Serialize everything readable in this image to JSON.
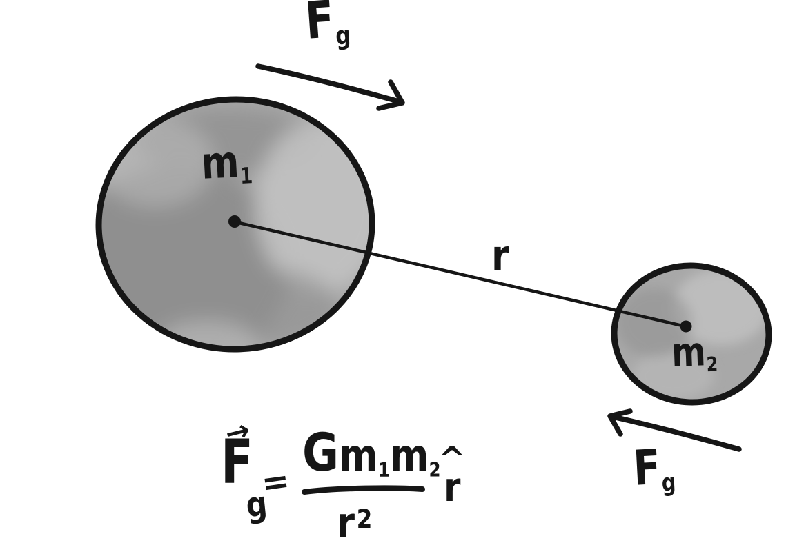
{
  "scene": {
    "background": "#ffffff",
    "ink_color": "#161616",
    "mass_fill": "#a8a8a8",
    "mass_fill_dark": "#8f8f8f",
    "mass_fill_light": "#c2c2c2"
  },
  "labels": {
    "force_top": {
      "symbol": "F",
      "subscript": "g"
    },
    "mass1": {
      "symbol": "m",
      "subscript": "1"
    },
    "separation": "r",
    "mass2": {
      "symbol": "m",
      "subscript": "2"
    },
    "force_bottom": {
      "symbol": "F",
      "subscript": "g"
    }
  },
  "formula": {
    "vector_accent": "→",
    "force_symbol": "F",
    "force_subscript": "g",
    "equals": "=",
    "numerator": {
      "gravitational_constant": "G",
      "mass1_symbol": "m",
      "mass1_subscript": "1",
      "mass2_symbol": "m",
      "mass2_subscript": "2"
    },
    "denominator": {
      "base": "r",
      "exponent": "2"
    },
    "unit_vector": {
      "hat_accent": "^",
      "symbol": "r"
    }
  }
}
